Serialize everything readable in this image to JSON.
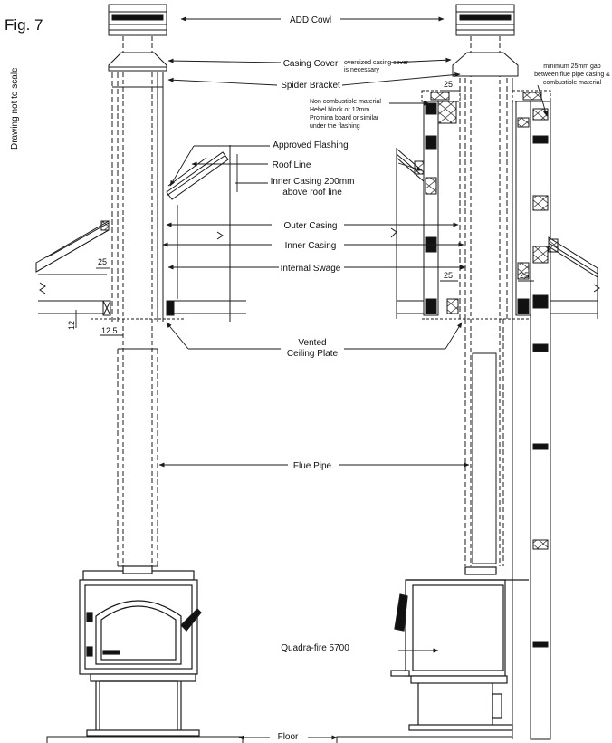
{
  "figure": {
    "number": "Fig. 7",
    "scale_note": "Drawing not to scale"
  },
  "labels": {
    "add_cowl": "ADD Cowl",
    "casing_cover": "Casing Cover",
    "oversized_note": [
      "oversized casing cover",
      "is necessary"
    ],
    "spider_bracket": "Spider Bracket",
    "gap_note": [
      "minimum 25mm gap",
      "between flue pipe casing &",
      "combustible material"
    ],
    "noncomb_note": [
      "Non combustible material",
      "Hebel block or 12mm",
      "Promina board or similar",
      "under the flashing"
    ],
    "approved_flashing": "Approved Flashing",
    "roof_line": "Roof Line",
    "inner_casing_200": [
      "Inner Casing 200mm",
      "above roof line"
    ],
    "outer_casing": "Outer Casing",
    "inner_casing": "Inner Casing",
    "internal_swage": "Internal Swage",
    "vented_ceiling_plate": [
      "Vented",
      "Ceiling Plate"
    ],
    "flue_pipe": "Flue Pipe",
    "stove_model": "Quadra-fire 5700",
    "floor": "Floor"
  },
  "dimensions": {
    "d25_left": "25",
    "d25_mid_top": "25",
    "d25_mid_low": "25",
    "d25_right": "25",
    "d12": "12",
    "d12_5": "12.5"
  },
  "colors": {
    "line": "#1a1a1a",
    "fill_dark": "#111111",
    "background": "#ffffff"
  }
}
